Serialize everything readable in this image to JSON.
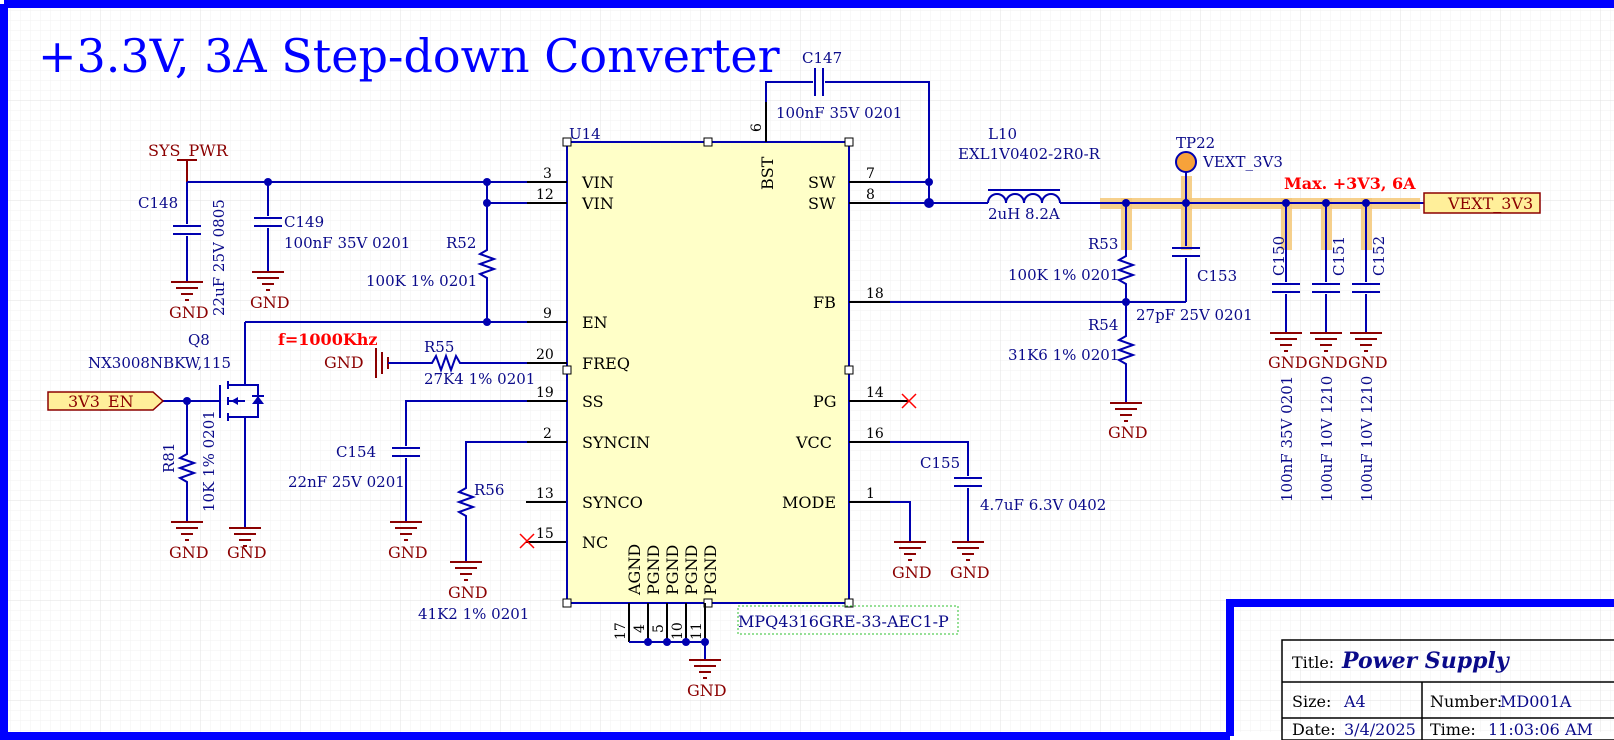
{
  "title": "+3.3V, 3A Step-down Converter",
  "ic": {
    "designator": "U14",
    "part": "MPQ4316GRE-33-AEC1-P",
    "left_pins": [
      {
        "num": "3",
        "name": "VIN"
      },
      {
        "num": "12",
        "name": "VIN"
      },
      {
        "num": "9",
        "name": "EN"
      },
      {
        "num": "20",
        "name": "FREQ"
      },
      {
        "num": "19",
        "name": "SS"
      },
      {
        "num": "2",
        "name": "SYNCIN"
      },
      {
        "num": "13",
        "name": "SYNCO"
      },
      {
        "num": "15",
        "name": "NC"
      }
    ],
    "right_pins": [
      {
        "num": "7",
        "name": "SW"
      },
      {
        "num": "8",
        "name": "SW"
      },
      {
        "num": "18",
        "name": "FB"
      },
      {
        "num": "14",
        "name": "PG"
      },
      {
        "num": "16",
        "name": "VCC"
      },
      {
        "num": "1",
        "name": "MODE"
      }
    ],
    "top_pin": {
      "num": "6",
      "name": "BST"
    },
    "bottom_pins": [
      {
        "num": "17",
        "name": "AGND"
      },
      {
        "num": "4",
        "name": "PGND"
      },
      {
        "num": "5",
        "name": "PGND"
      },
      {
        "num": "10",
        "name": "PGND"
      },
      {
        "num": "11",
        "name": "PGND"
      }
    ]
  },
  "components": {
    "C147": {
      "des": "C147",
      "val": "100nF 35V 0201"
    },
    "C148": {
      "des": "C148",
      "val": "22uF 25V 0805"
    },
    "C149": {
      "des": "C149",
      "val": "100nF 35V 0201"
    },
    "R52": {
      "des": "R52",
      "val": "100K 1% 0201"
    },
    "Q8": {
      "des": "Q8",
      "val": "NX3008NBKW,115"
    },
    "R55": {
      "des": "R55",
      "val": "27K4 1% 0201"
    },
    "C154": {
      "des": "C154",
      "val": "22nF 25V 0201"
    },
    "R81": {
      "des": "R81",
      "val": "10K 1% 0201"
    },
    "R56": {
      "des": "R56",
      "val": "41K2 1% 0201"
    },
    "L10": {
      "des": "L10",
      "part": "EXL1V0402-2R0-R",
      "val": "2uH 8.2A"
    },
    "TP22": {
      "des": "TP22",
      "val": "VEXT_3V3"
    },
    "R53": {
      "des": "R53",
      "val": "100K 1% 0201"
    },
    "R54": {
      "des": "R54",
      "val": "31K6 1% 0201"
    },
    "C153": {
      "des": "C153",
      "val": "27pF 25V 0201"
    },
    "C150": {
      "des": "C150",
      "val": "100nF 35V 0201"
    },
    "C151": {
      "des": "C151",
      "val": "100uF 10V 1210"
    },
    "C152": {
      "des": "C152",
      "val": "100uF 10V 1210"
    },
    "C155": {
      "des": "C155",
      "val": "4.7uF 6.3V 0402"
    }
  },
  "nets": {
    "sys_pwr": "SYS_PWR",
    "en_port": "3V3_EN",
    "out_port": "VEXT_3V3",
    "gnd": "GND"
  },
  "notes": {
    "freq": "f=1000Khz",
    "max_current": "Max. +3V3, 6A"
  },
  "title_block": {
    "title_label": "Title:",
    "title": "Power Supply",
    "size_label": "Size:",
    "size": "A4",
    "number_label": "Number:",
    "number": "MD001A",
    "date_label": "Date:",
    "date": "3/4/2025",
    "time_label": "Time:",
    "time": "11:03:06 AM"
  },
  "colors": {
    "border": "#0000ff",
    "wire": "#0000b0",
    "ic_fill": "#ffffc8",
    "power": "#8b0000",
    "note": "#ff0000",
    "highlight": "#f5c878",
    "port_fill": "#ffef9a"
  }
}
